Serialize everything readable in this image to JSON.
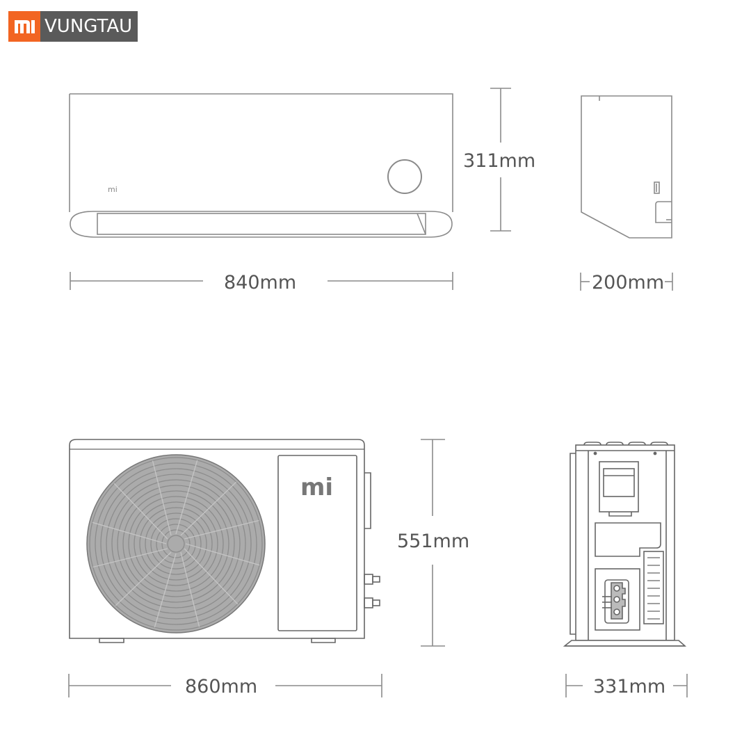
{
  "brand": {
    "logo_text": "mi",
    "name": "VUNGTAU",
    "logo_color": "#f26522",
    "name_bg": "#5a5a5a"
  },
  "indoor_unit": {
    "logo": "mi",
    "width_label": "840mm",
    "height_label": "311mm",
    "depth_label": "200mm"
  },
  "outdoor_unit": {
    "logo": "mi",
    "width_label": "860mm",
    "height_label": "551mm",
    "depth_label": "331mm"
  },
  "colors": {
    "line": "#8a8a8a",
    "text": "#555555",
    "fan_fill": "#a9a9a9",
    "fan_ring": "#8f8f8f"
  }
}
